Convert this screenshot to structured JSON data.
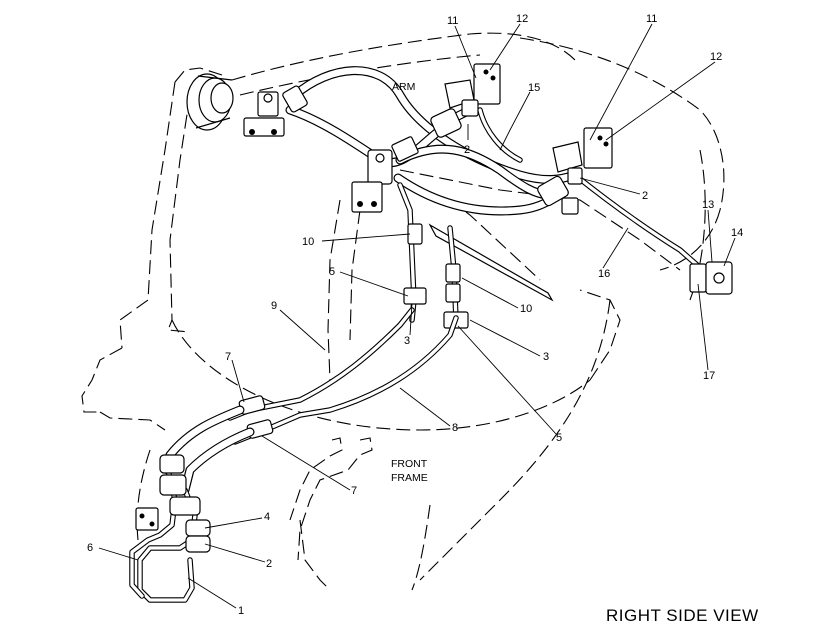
{
  "view_title": "RIGHT SIDE VIEW",
  "labels": {
    "arm": "ARM",
    "front_frame_line1": "FRONT",
    "front_frame_line2": "FRAME"
  },
  "callouts": {
    "c1": "1",
    "c2a": "2",
    "c2b": "2",
    "c2c": "2",
    "c3a": "3",
    "c3b": "3",
    "c4": "4",
    "c5a": "5",
    "c5b": "5",
    "c6": "6",
    "c7a": "7",
    "c7b": "7",
    "c8": "8",
    "c9": "9",
    "c10a": "10",
    "c10b": "10",
    "c11a": "11",
    "c11b": "11",
    "c12a": "12",
    "c12b": "12",
    "c13": "13",
    "c14": "14",
    "c15": "15",
    "c16": "16",
    "c17": "17"
  }
}
